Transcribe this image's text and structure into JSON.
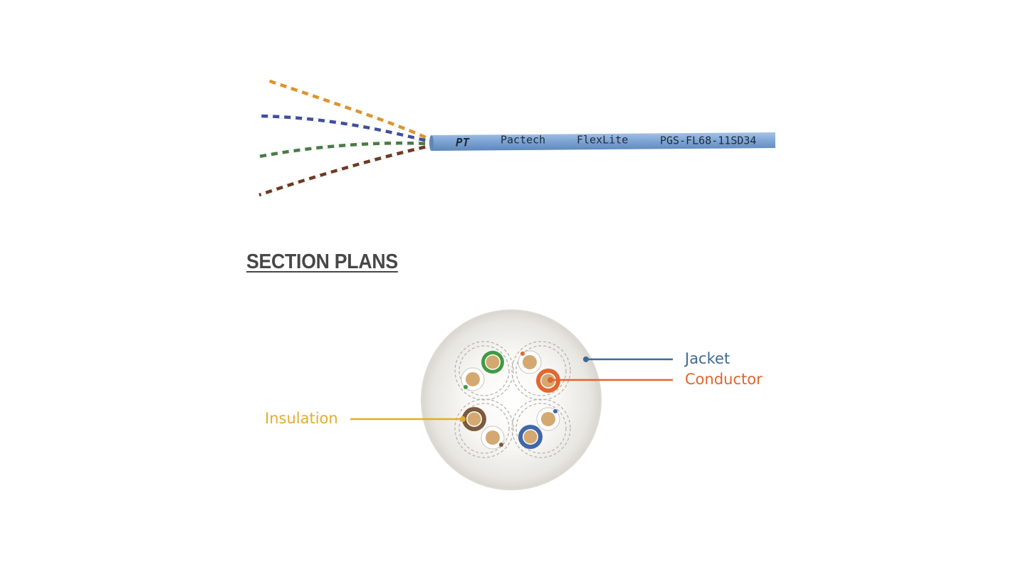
{
  "cable": {
    "jacket_print": {
      "logo": "PT",
      "brand": "Pactech",
      "product": "FlexLite",
      "part_number": "PGS-FL68-11SD34"
    },
    "jacket_color": "#7ba3d4"
  },
  "section": {
    "title": "SECTION PLANS",
    "title_color": "#474747"
  },
  "cross_section": {
    "pairs": [
      "green",
      "orange",
      "brown",
      "blue"
    ],
    "labels": {
      "jacket": "Jacket",
      "conductor": "Conductor",
      "insulation": "Insulation"
    },
    "colors": {
      "jacket": "#3e6a93",
      "conductor": "#e0652e",
      "insulation": "#e2ad2e",
      "green": "#3f9a46",
      "orange": "#e2672f",
      "brown": "#7c5a3e",
      "blue": "#3f67ab",
      "copper": "#d3a971"
    }
  }
}
